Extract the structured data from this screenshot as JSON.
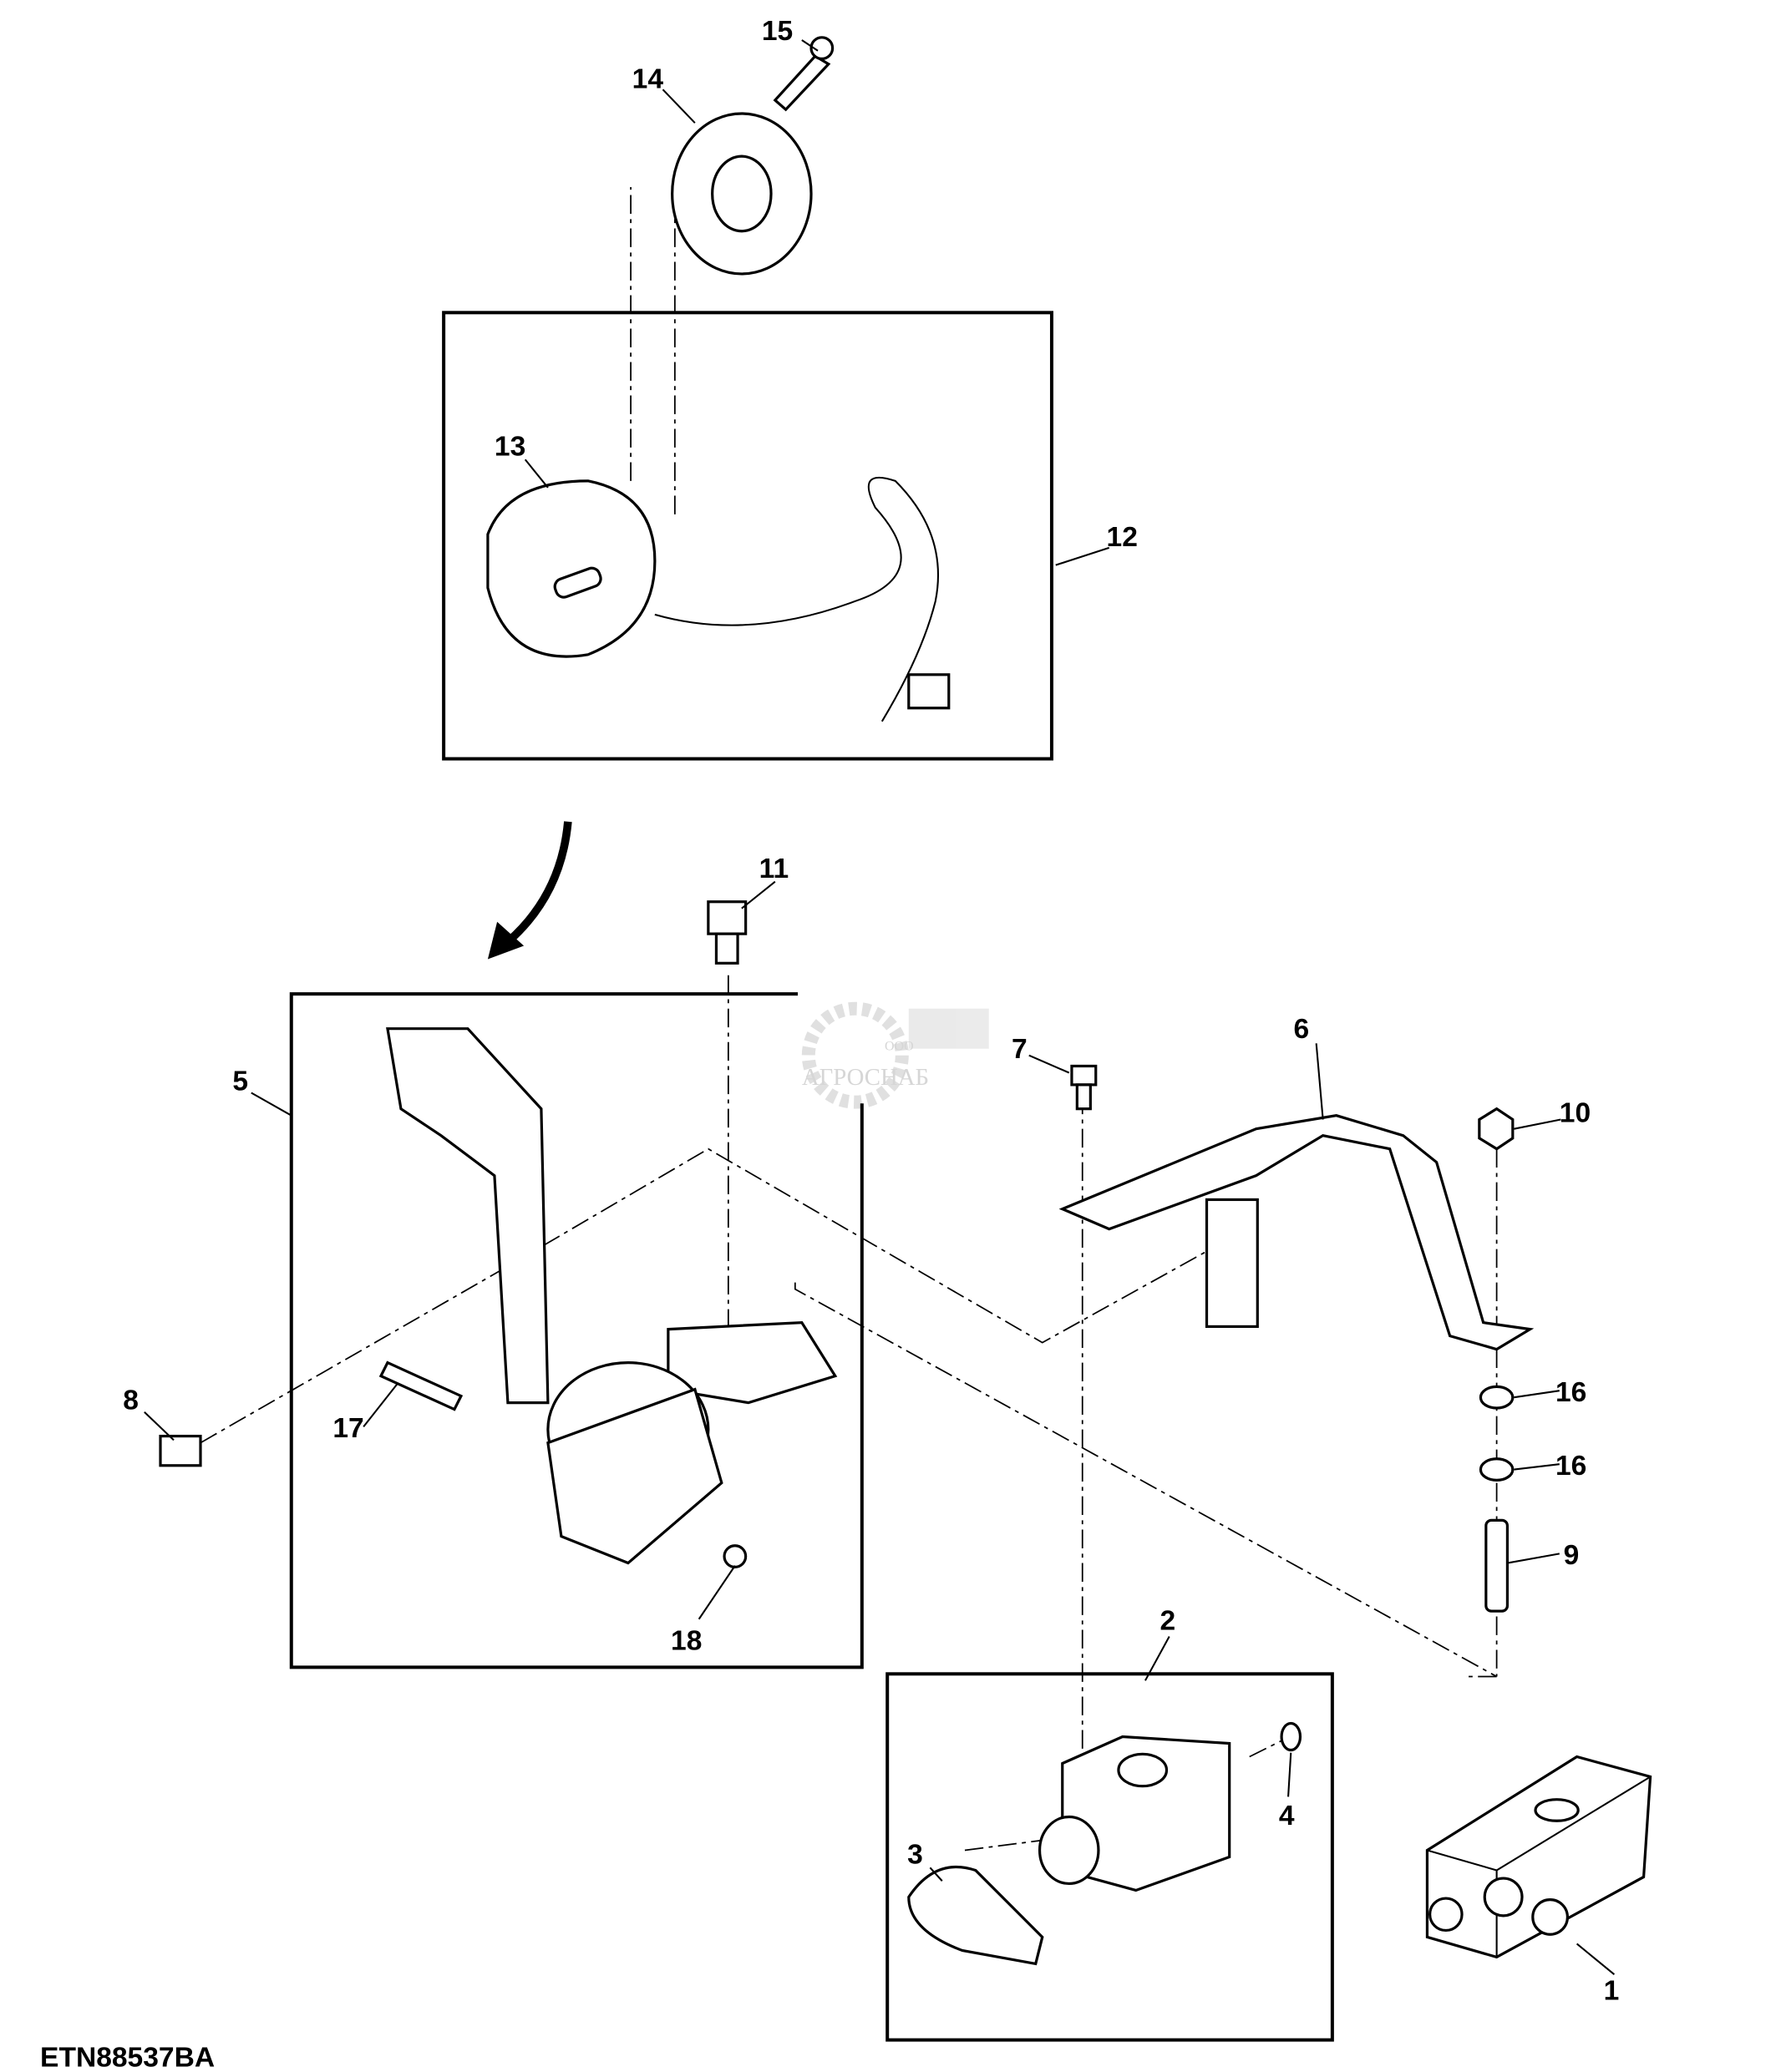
{
  "diagram": {
    "drawing_id": "ETN88537BA",
    "watermark": {
      "prefix": "ООО",
      "name": "АГРОСНАБ"
    },
    "callouts": [
      "1",
      "2",
      "3",
      "4",
      "5",
      "6",
      "7",
      "8",
      "9",
      "10",
      "11",
      "12",
      "13",
      "14",
      "15",
      "16",
      "16",
      "17",
      "18"
    ]
  }
}
